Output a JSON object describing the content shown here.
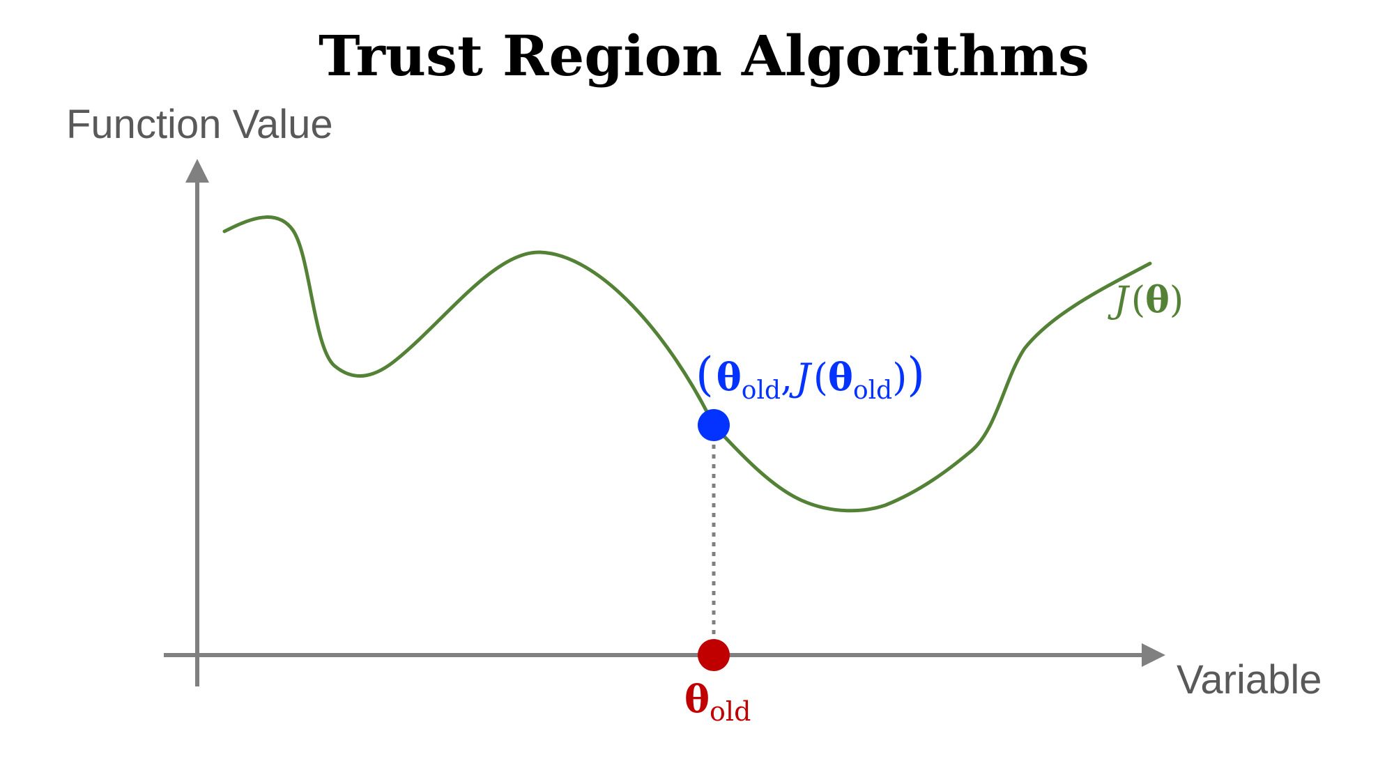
{
  "title": "Trust Region Algorithms",
  "axes": {
    "y_label": "Function Value",
    "x_label": "Variable"
  },
  "curve": {
    "label_func": "J",
    "label_open": "(",
    "label_var": "θ",
    "label_close": ")"
  },
  "current_point": {
    "open_paren": "(",
    "theta": "θ",
    "sub": "old",
    "comma": ",",
    "func": "J",
    "inner_open": "(",
    "inner_theta": "θ",
    "inner_sub": "old",
    "inner_close": ")",
    "close_paren": ")"
  },
  "theta_old": {
    "theta": "θ",
    "sub": "old"
  },
  "colors": {
    "axis": "#808080",
    "axis_text": "#595959",
    "curve": "#538135",
    "current_point": "#0433FF",
    "theta_old": "#C00000",
    "guide_line": "#808080",
    "title": "#000000"
  }
}
